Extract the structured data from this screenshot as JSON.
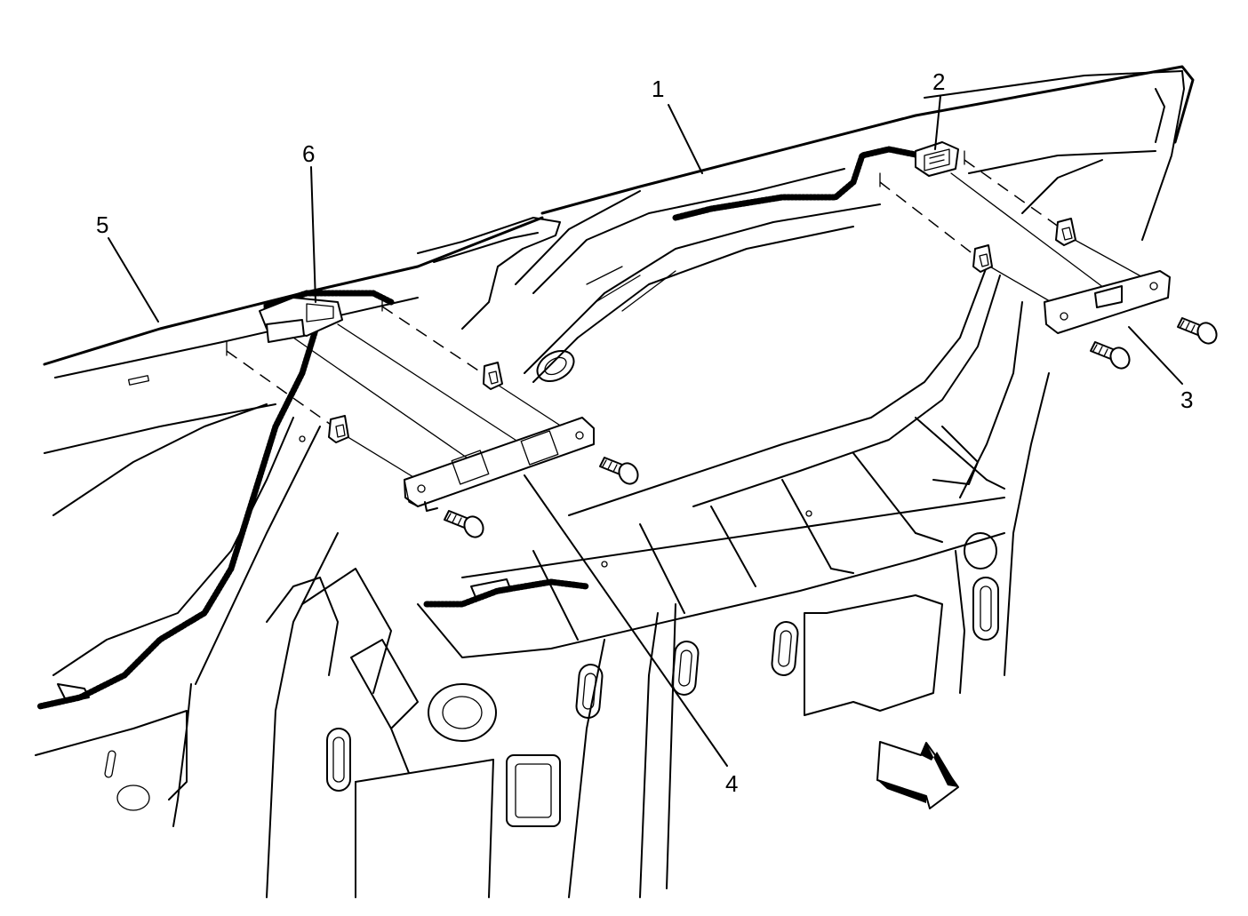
{
  "callouts": [
    {
      "id": "1",
      "text": "1"
    },
    {
      "id": "2",
      "text": "2"
    },
    {
      "id": "3",
      "text": "3"
    },
    {
      "id": "4",
      "text": "4"
    },
    {
      "id": "5",
      "text": "5"
    },
    {
      "id": "6",
      "text": "6"
    }
  ],
  "icons": {
    "direction_arrow": "front-direction-arrow-icon"
  }
}
